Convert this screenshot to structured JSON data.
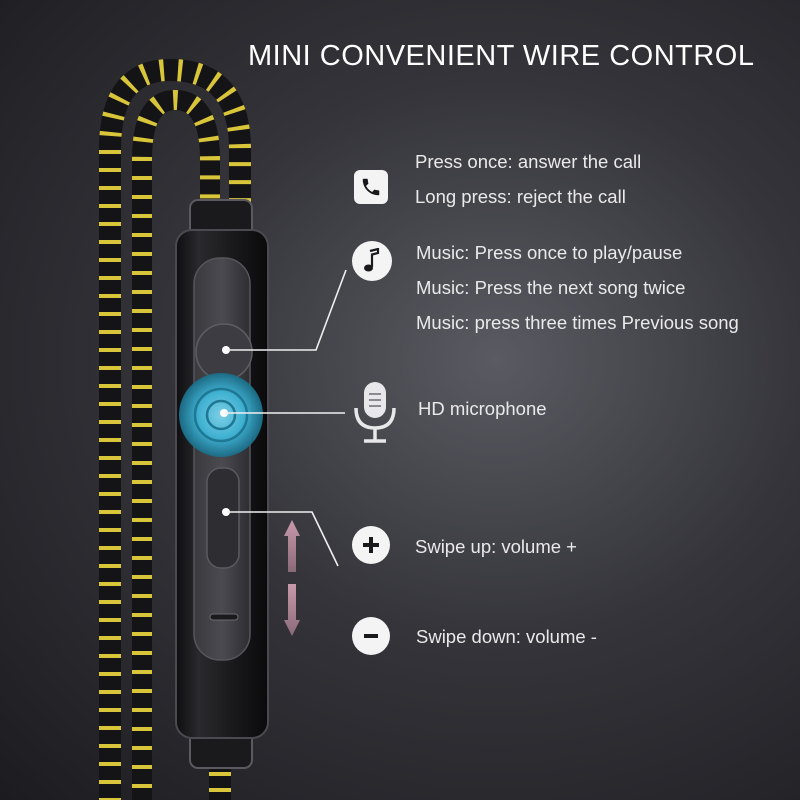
{
  "title": "MINI CONVENIENT WIRE CONTROL",
  "call": {
    "icon": "phone-icon",
    "line1": "Press once: answer the call",
    "line2": "Long press: reject the call"
  },
  "music": {
    "icon": "music-note-icon",
    "line1": "Music: Press once to play/pause",
    "line2": "Music: Press the next song twice",
    "line3": "Music: press three times Previous song"
  },
  "mic": {
    "icon": "microphone-icon",
    "label": "HD microphone"
  },
  "volume_up": {
    "icon": "plus-icon",
    "label": "Swipe up: volume +"
  },
  "volume_down": {
    "icon": "minus-icon",
    "label": "Swipe down: volume -"
  },
  "colors": {
    "accent_blue": "#3fb6d8",
    "cable_stripe": "#d9c53a",
    "arrow_pink": "#b98a9a"
  }
}
